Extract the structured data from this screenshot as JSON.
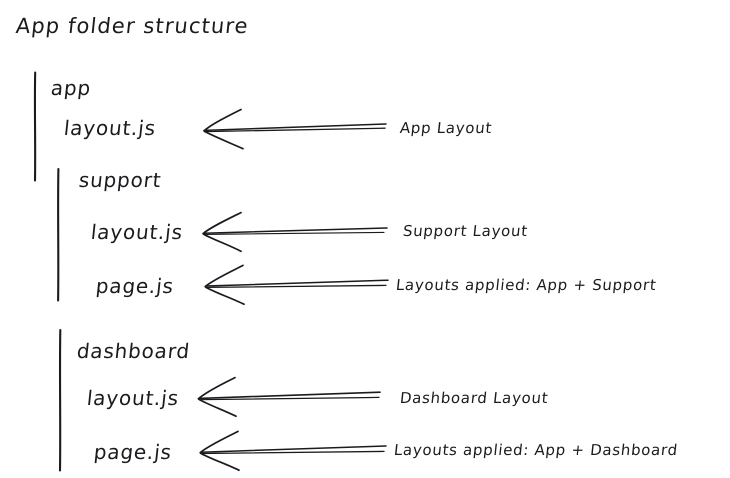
{
  "diagram": {
    "title": "App folder structure",
    "style": "hand-drawn-sketch",
    "background_color": "#ffffff",
    "ink_color": "#1b1b1f",
    "tree": {
      "root": {
        "label": "app",
        "type": "folder",
        "children": [
          {
            "label": "layout.js",
            "type": "file",
            "annotation": "App Layout"
          },
          {
            "label": "support",
            "type": "folder",
            "children": [
              {
                "label": "layout.js",
                "type": "file",
                "annotation": "Support Layout"
              },
              {
                "label": "page.js",
                "type": "file",
                "annotation": "Layouts applied: App + Support"
              }
            ]
          },
          {
            "label": "dashboard",
            "type": "folder",
            "children": [
              {
                "label": "layout.js",
                "type": "file",
                "annotation": "Dashboard Layout"
              },
              {
                "label": "page.js",
                "type": "file",
                "annotation": "Layouts applied: App + Dashboard"
              }
            ]
          }
        ]
      }
    },
    "nodes": {
      "app": "app",
      "app_layout": "layout.js",
      "support": "support",
      "support_layout": "layout.js",
      "support_page": "page.js",
      "dashboard": "dashboard",
      "dashboard_layout": "layout.js",
      "dashboard_page": "page.js"
    },
    "annotations": {
      "app_layout": "App Layout",
      "support_layout": "Support Layout",
      "support_page": "Layouts applied: App + Support",
      "dashboard_layout": "Dashboard Layout",
      "dashboard_page": "Layouts applied: App + Dashboard"
    }
  }
}
